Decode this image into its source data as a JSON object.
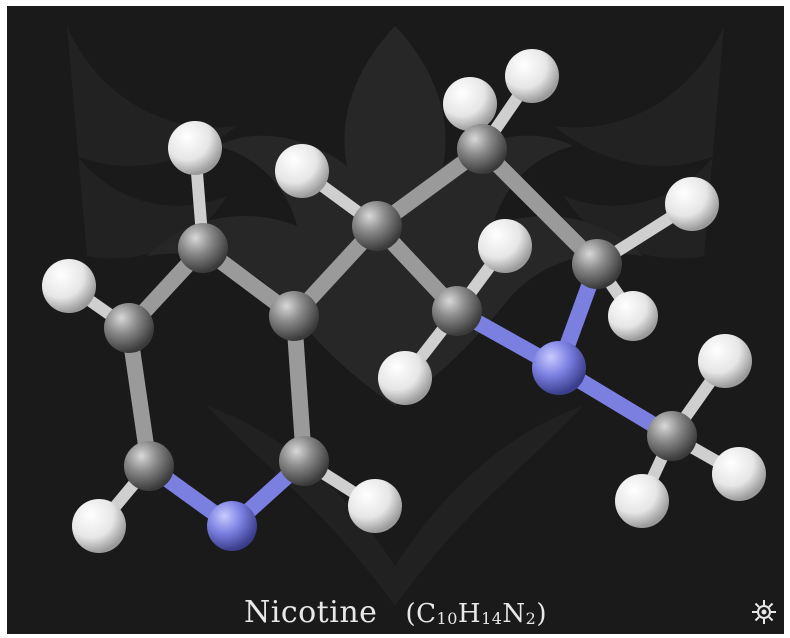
{
  "caption": {
    "name": "Nicotine",
    "open_paren": "(",
    "formula_parts": [
      {
        "el": "C",
        "n": "10"
      },
      {
        "el": "H",
        "n": "14"
      },
      {
        "el": "N",
        "n": "2"
      }
    ],
    "close_paren": ")"
  },
  "colors": {
    "background": "#1a1a1a",
    "carbon": "#8a8a8a",
    "hydrogen": "#f2f2f2",
    "nitrogen": "#7b7fe0",
    "text": "#e8e8e8"
  },
  "icons": {
    "seal": "gear-emblem-icon",
    "watermark": "ornamental-crest-watermark"
  }
}
